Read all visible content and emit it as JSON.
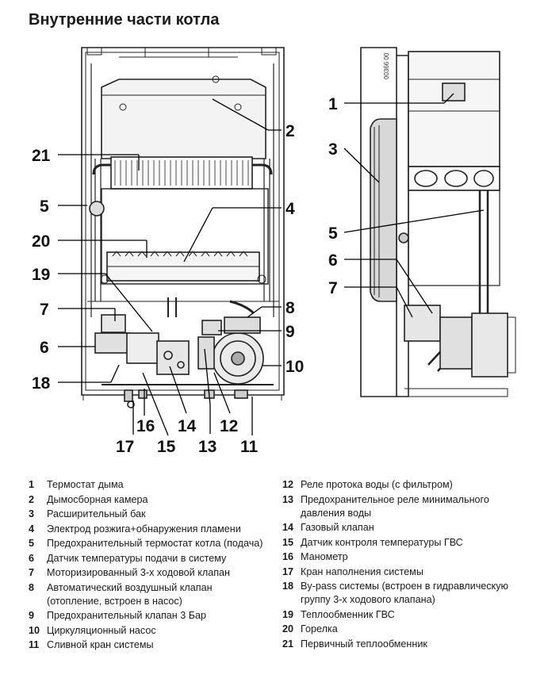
{
  "title": "Внутренние части котла",
  "callouts": {
    "front": [
      "21",
      "5",
      "20",
      "19",
      "7",
      "6",
      "18",
      "2",
      "4",
      "8",
      "9",
      "10",
      "16",
      "17",
      "15",
      "14",
      "13",
      "12",
      "11"
    ],
    "side": [
      "1",
      "3",
      "5",
      "6",
      "7"
    ]
  },
  "legend_left": [
    {
      "num": "1",
      "text": "Термостат дыма"
    },
    {
      "num": "2",
      "text": "Дымосборная камера"
    },
    {
      "num": "3",
      "text": "Расширительный бак"
    },
    {
      "num": "4",
      "text": "Электрод розжига+обнаружения пламени"
    },
    {
      "num": "5",
      "text": "Предохранительный термостат котла (подача)"
    },
    {
      "num": "6",
      "text": "Датчик температуры подачи в систему"
    },
    {
      "num": "7",
      "text": "Моторизированный 3-х ходовой клапан"
    },
    {
      "num": "8",
      "text": "Автоматический воздушный клапан (отопление, встроен в насос)"
    },
    {
      "num": "9",
      "text": "Предохранительный клапан 3 Бар"
    },
    {
      "num": "10",
      "text": "Циркуляционный насос"
    },
    {
      "num": "11",
      "text": "Сливной кран системы"
    }
  ],
  "legend_right": [
    {
      "num": "12",
      "text": "Реле протока воды (с фильтром)"
    },
    {
      "num": "13",
      "text": "Предохранительное реле минимального давления воды"
    },
    {
      "num": "14",
      "text": "Газовый клапан"
    },
    {
      "num": "15",
      "text": "Датчик контроля температуры ГВС"
    },
    {
      "num": "16",
      "text": "Манометр"
    },
    {
      "num": "17",
      "text": "Кран наполнения системы"
    },
    {
      "num": "18",
      "text": "By-pass системы (встроен в гидравлическую группу 3-х ходового клапана)"
    },
    {
      "num": "19",
      "text": "Теплообменник ГВС"
    },
    {
      "num": "20",
      "text": "Горелка"
    },
    {
      "num": "21",
      "text": "Первичный теплообменник"
    }
  ],
  "side_label": "00366 00"
}
